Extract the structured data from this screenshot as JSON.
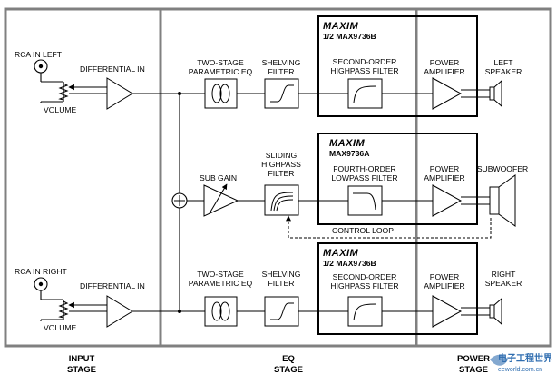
{
  "labels": {
    "rca_left": "RCA IN LEFT",
    "rca_right": "RCA IN RIGHT",
    "diff_in_left": "DIFFERENTIAL IN",
    "diff_in_right": "DIFFERENTIAL IN",
    "volume_left": "VOLUME",
    "volume_right": "VOLUME",
    "sub_gain": "SUB GAIN",
    "control_loop": "CONTROL LOOP"
  },
  "eq_top": {
    "line1": "TWO-STAGE",
    "line2": "PARAMETRIC EQ"
  },
  "eq_bottom": {
    "line1": "TWO-STAGE",
    "line2": "PARAMETRIC EQ"
  },
  "shelf_top": {
    "line1": "SHELVING",
    "line2": "FILTER"
  },
  "shelf_bottom": {
    "line1": "SHELVING",
    "line2": "FILTER"
  },
  "sliding_hp": {
    "line1": "SLIDING",
    "line2": "HIGHPASS",
    "line3": "FILTER"
  },
  "chips": {
    "top": {
      "logo": "MAXIM",
      "part": "1/2 MAX9736B",
      "line1": "SECOND-ORDER",
      "line2": "HIGHPASS FILTER"
    },
    "mid": {
      "logo": "MAXIM",
      "part": "MAX9736A",
      "line1": "FOURTH-ORDER",
      "line2": "LOWPASS FILTER"
    },
    "bot": {
      "logo": "MAXIM",
      "part": "1/2 MAX9736B",
      "line1": "SECOND-ORDER",
      "line2": "HIGHPASS FILTER"
    }
  },
  "amps": {
    "top": {
      "line1": "POWER",
      "line2": "AMPLIFIER"
    },
    "mid": {
      "line1": "POWER",
      "line2": "AMPLIFIER"
    },
    "bot": {
      "line1": "POWER",
      "line2": "AMPLIFIER"
    }
  },
  "speakers": {
    "left": {
      "line1": "LEFT",
      "line2": "SPEAKER"
    },
    "sub": {
      "line1": "SUBWOOFER"
    },
    "right": {
      "line1": "RIGHT",
      "line2": "SPEAKER"
    }
  },
  "stages": {
    "input": {
      "line1": "INPUT",
      "line2": "STAGE"
    },
    "eq": {
      "line1": "EQ",
      "line2": "STAGE"
    },
    "power": {
      "line1": "POWER",
      "line2": "STAGE"
    }
  },
  "watermark": {
    "line1": "电子工程世界",
    "line2": "eeworld.com.cn"
  },
  "colors": {
    "stage_border": "#808080",
    "line": "#000000",
    "watermark": "#1a5fa8"
  }
}
